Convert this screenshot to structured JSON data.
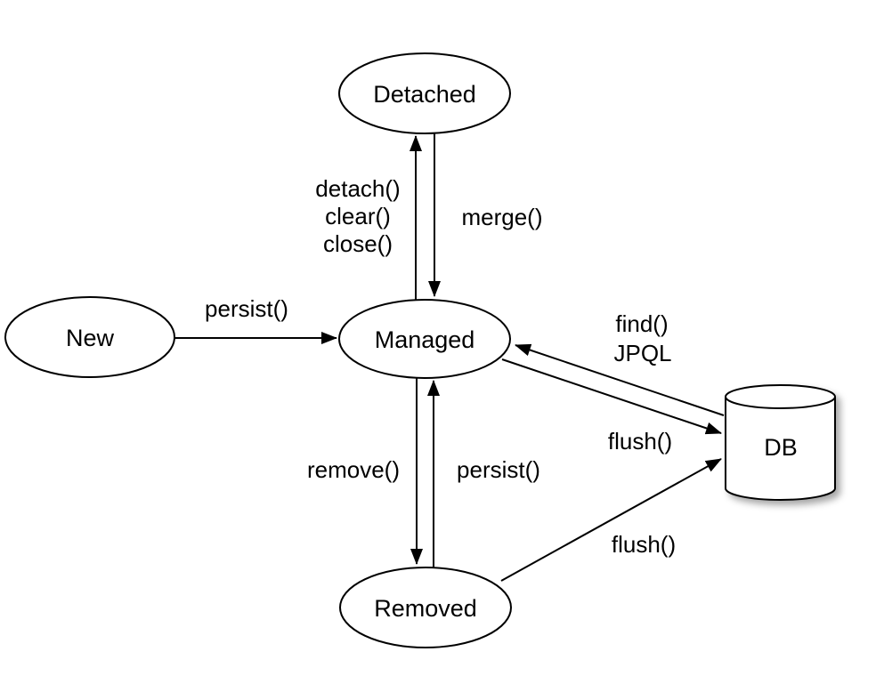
{
  "diagram": {
    "background_color": "#ffffff",
    "stroke_color": "#000000",
    "node_fill_color": "#ffffff",
    "nodes": {
      "new": "New",
      "detached": "Detached",
      "managed": "Managed",
      "removed": "Removed",
      "db": "DB"
    },
    "edges": {
      "persist_new_to_managed": "persist()",
      "detach_managed_to_detached": [
        "detach()",
        "clear()",
        "close()"
      ],
      "merge_detached_to_managed": "merge()",
      "find_db_to_managed": [
        "find()",
        "JPQL"
      ],
      "flush_managed_to_db": "flush()",
      "remove_managed_to_removed": "remove()",
      "persist_removed_to_managed": "persist()",
      "flush_removed_to_db": "flush()"
    }
  }
}
